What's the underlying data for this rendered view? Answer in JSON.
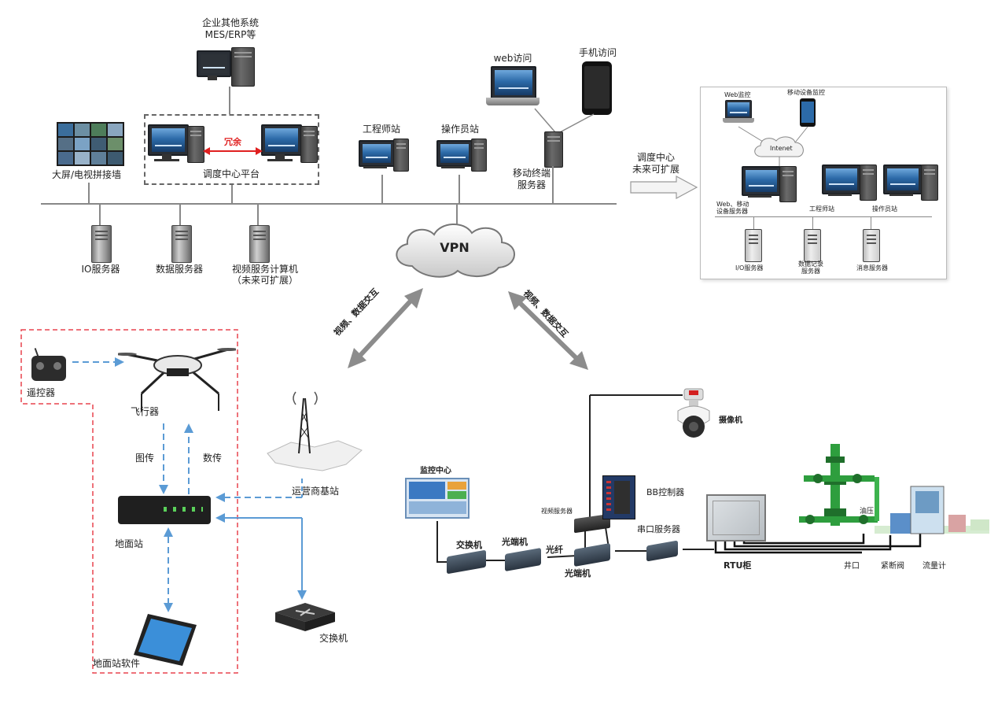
{
  "top": {
    "erp_label_line1": "企业其他系统",
    "erp_label_line2": "MES/ERP等",
    "video_wall_label": "大屏/电视拼接墙",
    "redundant_label": "冗余",
    "platform_label": "调度中心平台",
    "engineer_station_label": "工程师站",
    "operator_station_label": "操作员站",
    "web_access_label": "web访问",
    "mobile_access_label": "手机访问",
    "mobile_server_label_line1": "移动终端",
    "mobile_server_label_line2": "服务器",
    "io_server_label": "IO服务器",
    "data_server_label": "数据服务器",
    "video_server_label_line1": "视频服务计算机",
    "video_server_label_line2": "（未来可扩展）",
    "vpn_label": "VPN",
    "expand_label_line1": "调度中心",
    "expand_label_line2": "未来可扩展"
  },
  "expansion": {
    "web_monitor_label": "Web监控",
    "mobile_monitor_label": "移动设备监控",
    "internet_label": "Intenet",
    "web_mobile_server_line1": "Web、移动",
    "web_mobile_server_line2": "设备服务器",
    "engineer_station_label": "工程师站",
    "operator_station_label": "操作员站",
    "io_server_label": "I/O服务器",
    "data_record_server_line1": "数据记录",
    "data_record_server_line2": "服务器",
    "message_server_label": "消息服务器"
  },
  "links": {
    "left_link_label": "视频、数据交互",
    "right_link_label": "视频、数据交互"
  },
  "drone": {
    "remote_label": "遥控器",
    "aircraft_label": "飞行器",
    "image_tx_label": "图传",
    "data_tx_label": "数传",
    "base_station_label": "运营商基站",
    "ground_station_label": "地面站",
    "switch_label": "交换机",
    "ground_software_label": "地面站软件"
  },
  "field": {
    "camera_label": "摄像机",
    "monitor_center_label": "监控中心",
    "video_server_label": "视频服务器",
    "bb_controller_label": "BB控制器",
    "serial_server_label": "串口服务器",
    "switch_label": "交换机",
    "fiber_terminal1_label": "光端机",
    "fiber_label": "光纤",
    "fiber_terminal2_label": "光端机",
    "rtu_label": "RTU柜",
    "oil_pressure_label": "油压",
    "wellhead_label": "井口",
    "shutoff_valve_label": "紧断阀",
    "flowmeter_label": "流量计"
  },
  "colors": {
    "red_dashed": "#e8434f",
    "blue_arrow": "#5b9bd5",
    "gray_arrow": "#8c8c8c",
    "redundant_red": "#e02020"
  }
}
